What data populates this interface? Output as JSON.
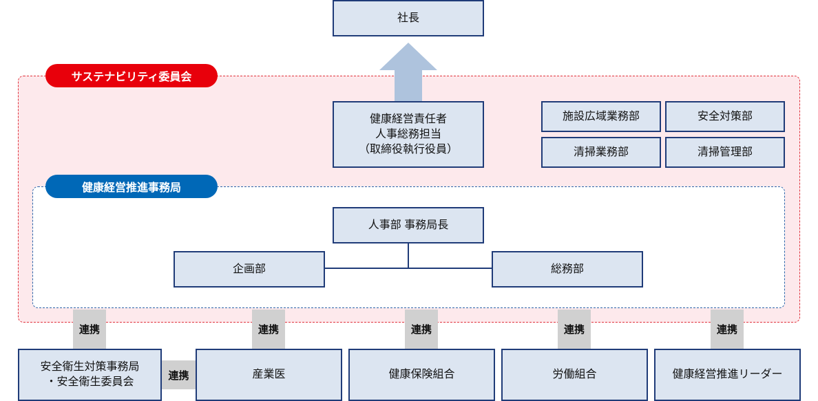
{
  "colors": {
    "box_fill": "#dce5f1",
    "box_border": "#1f3b78",
    "red_pill": "#e8000b",
    "blue_pill": "#0068b7",
    "link_fill": "#d0d0d0",
    "arrow": "#aec3dd"
  },
  "top": {
    "president": "社長"
  },
  "committee": {
    "label": "サステナビリティ委員会",
    "executive": [
      "健康経営責任者",
      "人事総務担当",
      "（取締役執行役員）"
    ],
    "departments": [
      "施設広域業務部",
      "安全対策部",
      "清掃業務部",
      "清掃管理部"
    ]
  },
  "office": {
    "label": "健康経営推進事務局",
    "head": "人事部 事務局長",
    "left": "企画部",
    "right": "総務部"
  },
  "link_label": "連携",
  "partners": {
    "safety": [
      "安全衛生対策事務局",
      "・安全衛生委員会"
    ],
    "doctor": "産業医",
    "insurance": "健康保険組合",
    "union": "労働組合",
    "leader": "健康経営推進リーダー"
  }
}
